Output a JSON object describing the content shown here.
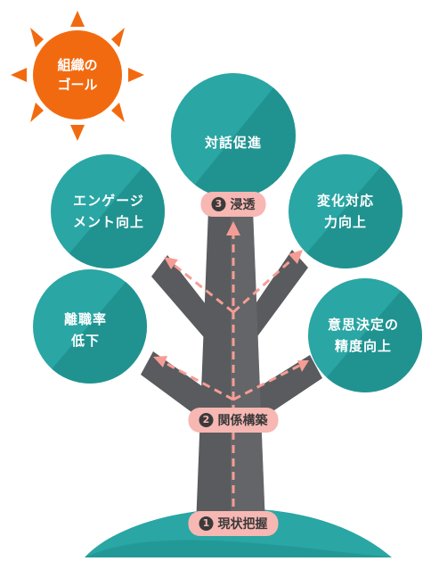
{
  "sun": {
    "line1": "組織の",
    "line2": "ゴール",
    "color": "#f26a10"
  },
  "circles": {
    "top": {
      "line1": "対話促進"
    },
    "upper_left": {
      "line1": "エンゲージ",
      "line2": "メント向上"
    },
    "upper_right": {
      "line1": "変化対応",
      "line2": "力向上"
    },
    "lower_left": {
      "line1": "離職率",
      "line2": "低下"
    },
    "lower_right": {
      "line1": "意思決定の",
      "line2": "精度向上"
    }
  },
  "steps": {
    "s1": {
      "num": "1",
      "label": "現状把握"
    },
    "s2": {
      "num": "2",
      "label": "関係構築"
    },
    "s3": {
      "num": "3",
      "label": "浸透"
    }
  },
  "colors": {
    "teal": "#2aa6a4",
    "teal_dark": "#1e8e8c",
    "trunk": "#595b5e",
    "trunk_light": "#6d6f72",
    "pill": "#f7b7b3",
    "arrow": "#f59d95"
  }
}
